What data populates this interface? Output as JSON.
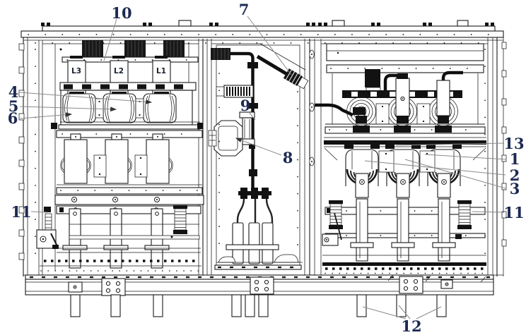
{
  "figure": {
    "background": "#ffffff",
    "line_color": "#1a1a1a",
    "callout_color": "#1c2a52",
    "leader_color": "#8a8a8a"
  },
  "phase_labels": {
    "l3": "L3",
    "l2": "L2",
    "l1": "L1"
  },
  "callouts": {
    "c1": "1",
    "c2": "2",
    "c3": "3",
    "c4": "4",
    "c5": "5",
    "c6": "6",
    "c7": "7",
    "c8": "8",
    "c9": "9",
    "c10": "10",
    "c11_left": "11",
    "c11_right": "11",
    "c12": "12",
    "c13": "13"
  }
}
